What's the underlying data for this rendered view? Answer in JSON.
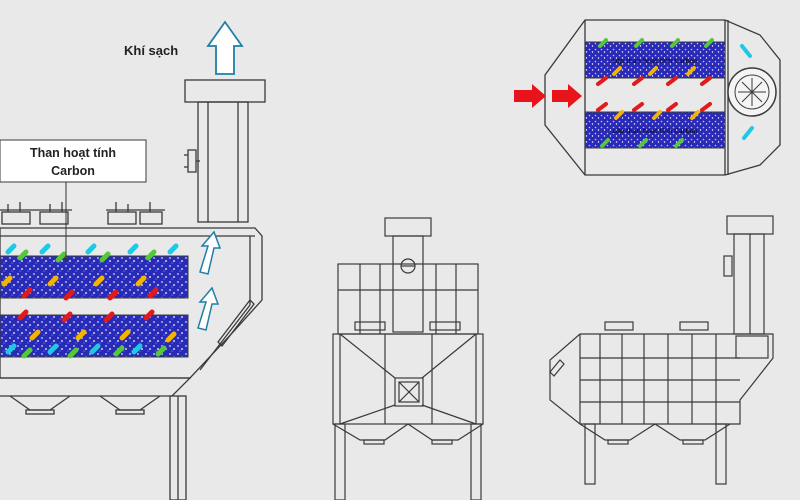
{
  "labels": {
    "clean_air": "Khí sạch",
    "carbon_line1": "Than hoạt tính",
    "carbon_line2": "Carbon"
  },
  "inset_bed_text": "Lớp than hoạt tính Carbon",
  "colors": {
    "background": "#e9e9e9",
    "line": "#3a3a3a",
    "carbon_bed": "#2a2ab8",
    "arrow_outline": "#1e7fa8",
    "arrow_fill": "#ffffff",
    "inlet_arrow": "#e8141c",
    "flow_red": "#e11b1b",
    "flow_yellow": "#f5b400",
    "flow_cyan": "#20c8e6",
    "flow_green": "#55c83a"
  },
  "icons": [
    "up-arrow-icon",
    "red-arrow-icon",
    "fan-icon"
  ]
}
